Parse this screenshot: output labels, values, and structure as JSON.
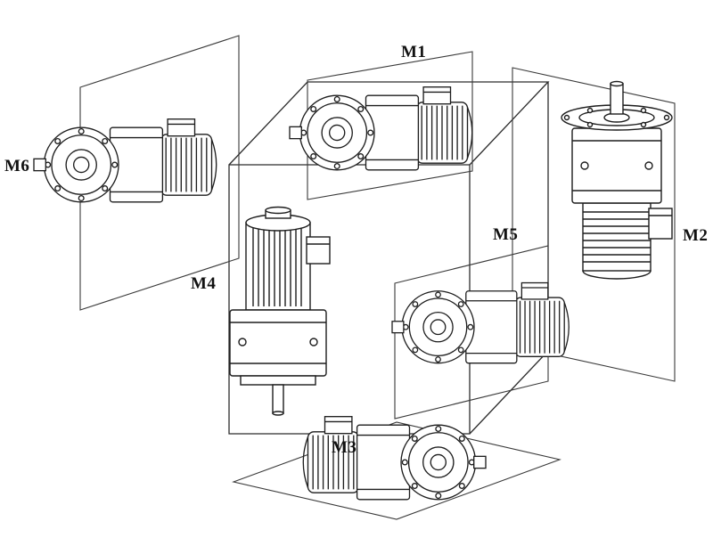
{
  "diagram": {
    "background_color": "#ffffff",
    "line_color": "#1d1d1d",
    "description_icon": "gearmotor-mounting-positions-diagram",
    "positions": [
      {
        "id": "m1",
        "label": "M1"
      },
      {
        "id": "m2",
        "label": "M2"
      },
      {
        "id": "m3",
        "label": "M3"
      },
      {
        "id": "m4",
        "label": "M4"
      },
      {
        "id": "m5",
        "label": "M5"
      },
      {
        "id": "m6",
        "label": "M6"
      }
    ]
  }
}
